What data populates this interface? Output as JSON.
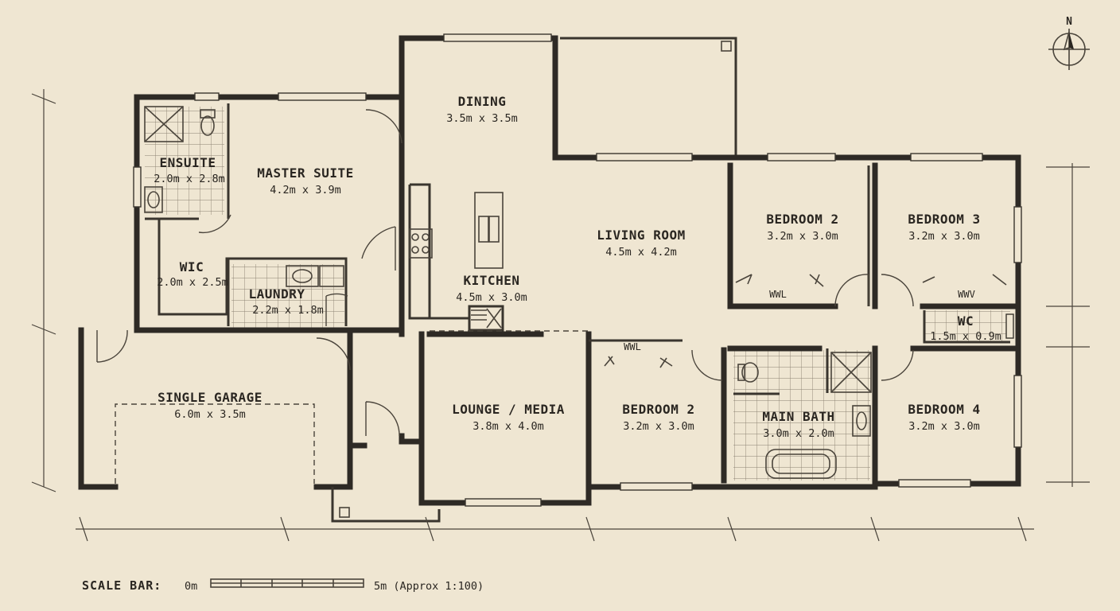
{
  "colors": {
    "paper": "#efe6d2",
    "ink": "#2e2a25"
  },
  "compass": {
    "label": "N"
  },
  "rooms": {
    "dining": {
      "name": "DINING",
      "dims": "3.5m x 3.5m"
    },
    "ensuite": {
      "name": "ENSUITE",
      "dims": "2.0m x 2.8m"
    },
    "master": {
      "name": "MASTER SUITE",
      "dims": "4.2m x 3.9m"
    },
    "wic": {
      "name": "WIC",
      "dims": "2.0m x 2.5m"
    },
    "laundry": {
      "name": "LAUNDRY",
      "dims": "2.2m x 1.8m"
    },
    "kitchen": {
      "name": "KITCHEN",
      "dims": "4.5m x 3.0m"
    },
    "living": {
      "name": "LIVING ROOM",
      "dims": "4.5m x 4.2m"
    },
    "bedroom2a": {
      "name": "BEDROOM 2",
      "dims": "3.2m x 3.0m"
    },
    "bedroom3": {
      "name": "BEDROOM 3",
      "dims": "3.2m x 3.0m"
    },
    "wc": {
      "name": "WC",
      "dims": "1.5m x 0.9m"
    },
    "garage": {
      "name": "SINGLE GARAGE",
      "dims": "6.0m x 3.5m"
    },
    "lounge": {
      "name": "LOUNGE / MEDIA",
      "dims": "3.8m x 4.0m"
    },
    "bedroom2b": {
      "name": "BEDROOM 2",
      "dims": "3.2m x 3.0m"
    },
    "mainbath": {
      "name": "MAIN BATH",
      "dims": "3.0m x 2.0m"
    },
    "bedroom4": {
      "name": "BEDROOM 4",
      "dims": "3.2m x 3.0m"
    }
  },
  "wardrobes": {
    "wwl_bed2": "WWL",
    "www_bed3": "WWV",
    "wwl_bed2b": "WWL"
  },
  "scalebar": {
    "label": "SCALE BAR:",
    "start": "0m",
    "end": "5m (Approx 1:100)"
  }
}
